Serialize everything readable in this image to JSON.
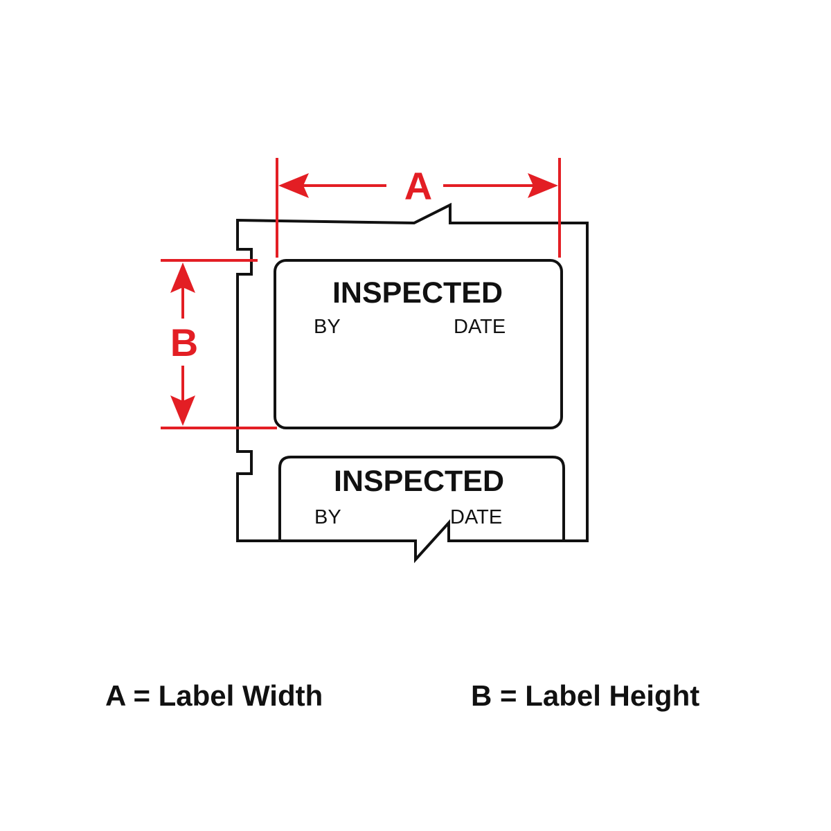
{
  "label": {
    "title": "INSPECTED",
    "by": "BY",
    "date": "DATE"
  },
  "dimensions": {
    "a_letter": "A",
    "b_letter": "B"
  },
  "legend": {
    "a": "A = Label Width",
    "b": "B = Label Height"
  },
  "colors": {
    "dimension": "#e31e24",
    "outline": "#111111",
    "background": "#ffffff"
  }
}
